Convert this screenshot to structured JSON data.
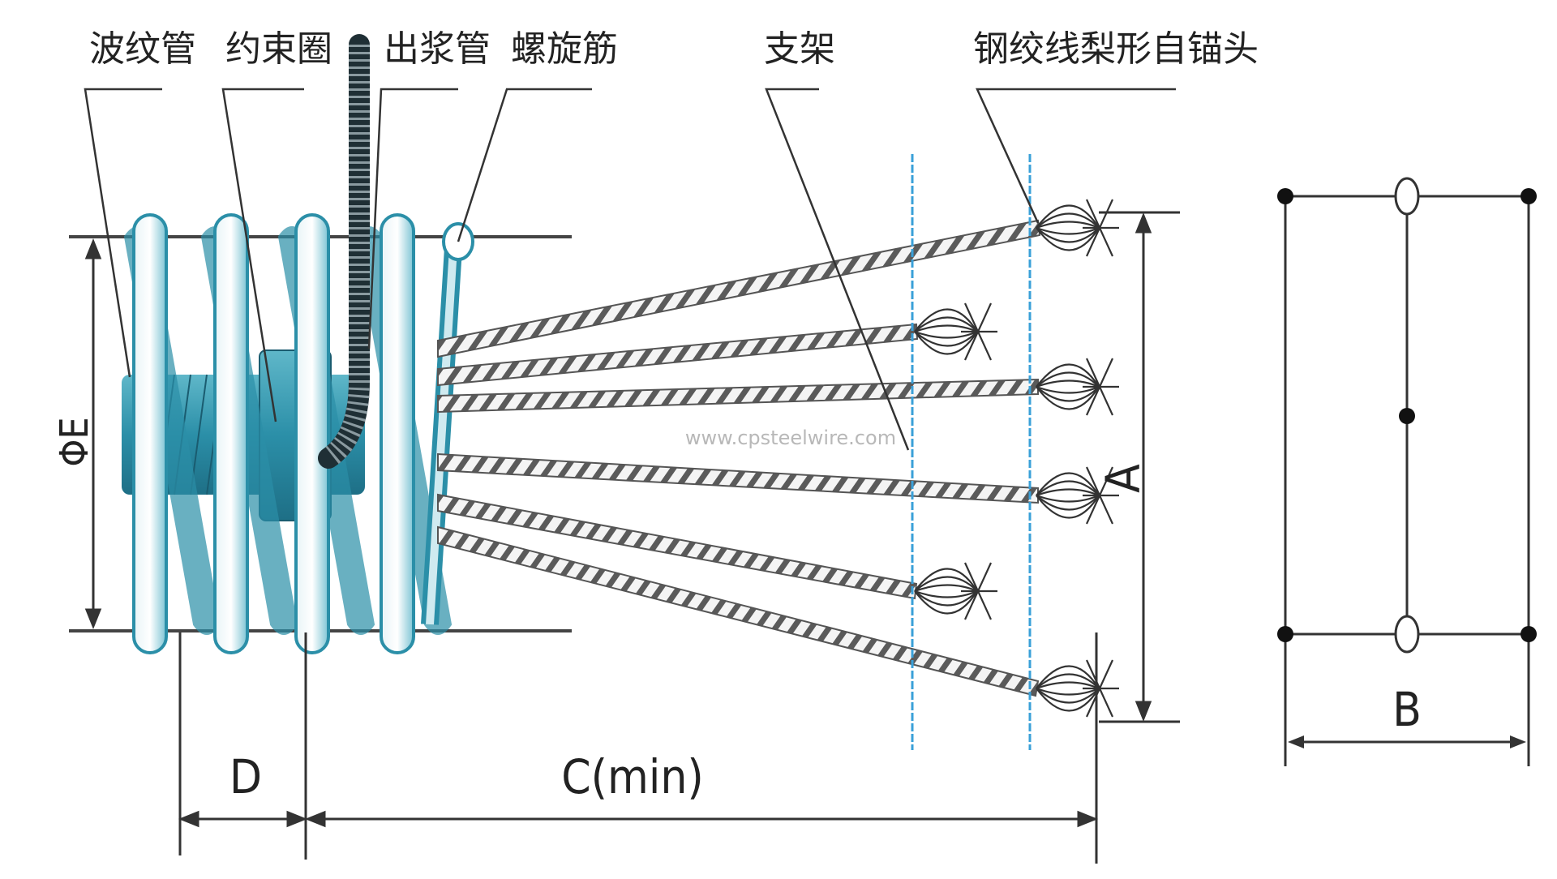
{
  "labels": {
    "corrugated_pipe": "波纹管",
    "restraint_ring": "约束圈",
    "grout_pipe": "出浆管",
    "spiral_rebar": "螺旋筋",
    "bracket": "支架",
    "anchor_head": "钢绞线梨形自锚头"
  },
  "dimensions": {
    "phi_e": "ΦE",
    "a": "A",
    "b": "B",
    "c": "C(min)",
    "d": "D"
  },
  "watermark": "www.cpsteelwire.com",
  "colors": {
    "line": "#3a3a3a",
    "steel_blue": "#2b8fa8",
    "steel_blue_dark": "#1e6f86",
    "bracket_blue": "#3aa0d8",
    "strand": "#555555",
    "dot": "#111111"
  }
}
